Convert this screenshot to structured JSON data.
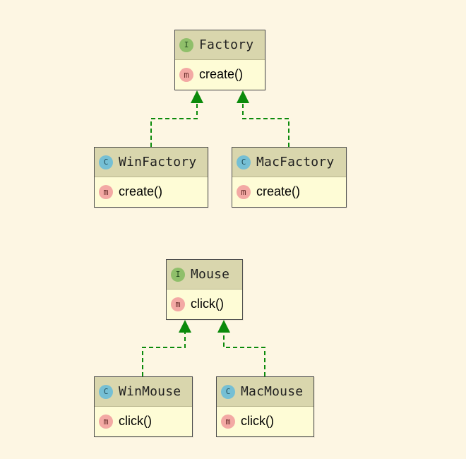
{
  "diagram": {
    "colors": {
      "background": "#fdf6e3",
      "header": "#d9d6ad",
      "body": "#fefcd6",
      "border": "#4d4d4d",
      "arrow": "#0b8a0b",
      "interface_badge": "#8fbf6a",
      "class_badge": "#75bfd4",
      "method_badge": "#f3a9a4"
    },
    "factory": {
      "badge": "I",
      "name": "Factory",
      "method_badge": "m",
      "method": "create()"
    },
    "winFactory": {
      "badge": "C",
      "name": "WinFactory",
      "method_badge": "m",
      "method": "create()"
    },
    "macFactory": {
      "badge": "C",
      "name": "MacFactory",
      "method_badge": "m",
      "method": "create()"
    },
    "mouse": {
      "badge": "I",
      "name": "Mouse",
      "method_badge": "m",
      "method": "click()"
    },
    "winMouse": {
      "badge": "C",
      "name": "WinMouse",
      "method_badge": "m",
      "method": "click()"
    },
    "macMouse": {
      "badge": "C",
      "name": "MacMouse",
      "method_badge": "m",
      "method": "click()"
    }
  }
}
